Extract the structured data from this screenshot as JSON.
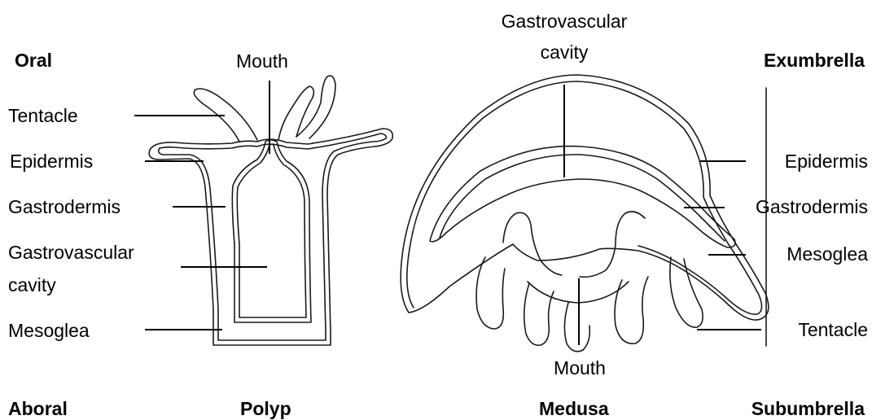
{
  "polyp": {
    "corner_top": "Oral",
    "corner_bottom": "Aboral",
    "title": "Polyp",
    "labels": {
      "mouth": "Mouth",
      "tentacle": "Tentacle",
      "epidermis": "Epidermis",
      "gastrodermis": "Gastrodermis",
      "cavity_line1": "Gastrovascular",
      "cavity_line2": "cavity",
      "mesoglea": "Mesoglea"
    }
  },
  "medusa": {
    "corner_top": "Exumbrella",
    "corner_bottom": "Subumbrella",
    "title": "Medusa",
    "labels": {
      "cavity_line1": "Gastrovascular",
      "cavity_line2": "cavity",
      "epidermis": "Epidermis",
      "gastrodermis": "Gastrodermis",
      "mesoglea": "Mesoglea",
      "tentacle": "Tentacle",
      "mouth": "Mouth"
    }
  }
}
